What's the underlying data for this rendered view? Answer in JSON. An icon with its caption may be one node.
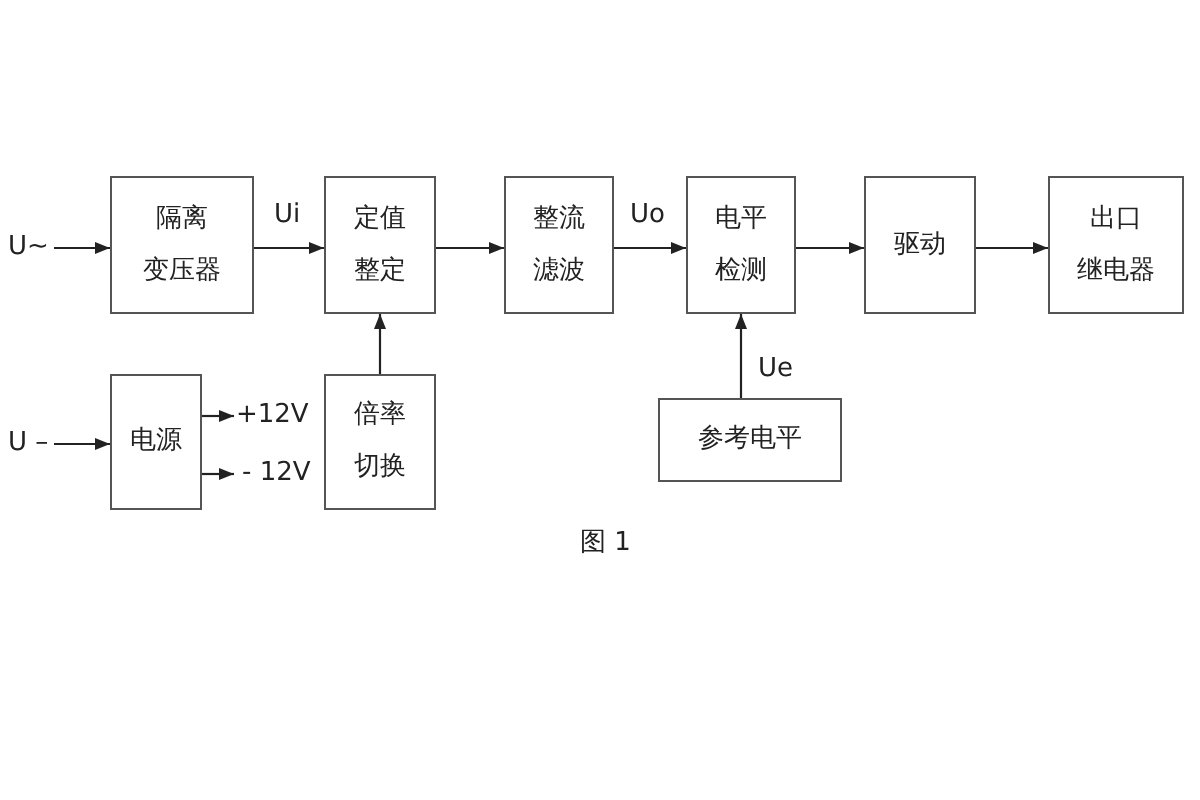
{
  "diagram": {
    "caption": "图 1",
    "nodes": [
      {
        "text": [
          "U~"
        ]
      },
      {
        "text": [
          "隔离变压器"
        ]
      },
      {
        "text": [
          "定值整定"
        ]
      },
      {
        "text": [
          "整流滤波"
        ]
      },
      {
        "text": [
          "电平检测"
        ]
      },
      {
        "text": [
          "驱动"
        ]
      },
      {
        "text": [
          "出口继电器"
        ]
      },
      {
        "text": [
          "U –"
        ]
      },
      {
        "text": [
          "电源"
        ]
      },
      {
        "text": [
          "倍率切换"
        ]
      },
      {
        "text": [
          "参考电平"
        ]
      }
    ],
    "edges": [
      {
        "from": 0,
        "to": 1,
        "arrow": "to"
      },
      {
        "from": 1,
        "to": 2,
        "arrow": "to",
        "label": "Ui"
      },
      {
        "from": 2,
        "to": 3,
        "arrow": "to"
      },
      {
        "from": 3,
        "to": 4,
        "arrow": "to",
        "label": "Uo"
      },
      {
        "from": 4,
        "to": 5,
        "arrow": "to"
      },
      {
        "from": 5,
        "to": 6,
        "arrow": "to"
      },
      {
        "from": 7,
        "to": 8,
        "arrow": "to"
      },
      {
        "from": 8,
        "to": null,
        "arrow": "to",
        "label": "+12V"
      },
      {
        "from": 8,
        "to": null,
        "arrow": "to",
        "label": "- 12V"
      },
      {
        "from": 9,
        "to": 2,
        "arrow": "to"
      },
      {
        "from": 10,
        "to": 4,
        "arrow": "to",
        "label": "Ue"
      }
    ]
  }
}
